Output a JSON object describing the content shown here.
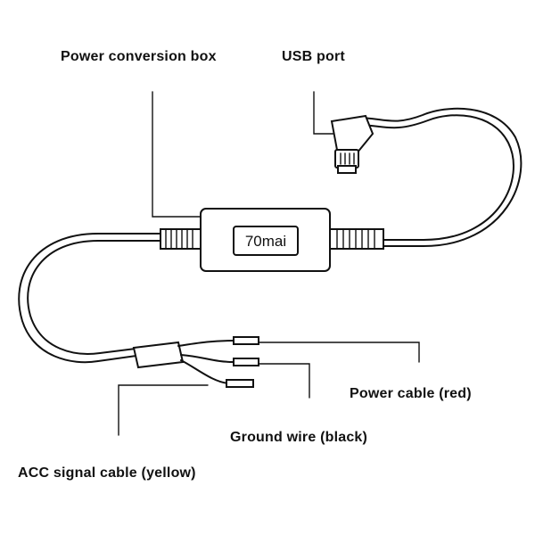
{
  "labels": {
    "power_conversion_box": "Power conversion box",
    "usb_port": "USB port",
    "power_cable": "Power cable (red)",
    "ground_wire": "Ground wire (black)",
    "acc_signal_cable": "ACC signal cable (yellow)"
  },
  "device": {
    "brand": "70mai"
  },
  "colors": {
    "line": "#111111",
    "background": "#ffffff"
  }
}
